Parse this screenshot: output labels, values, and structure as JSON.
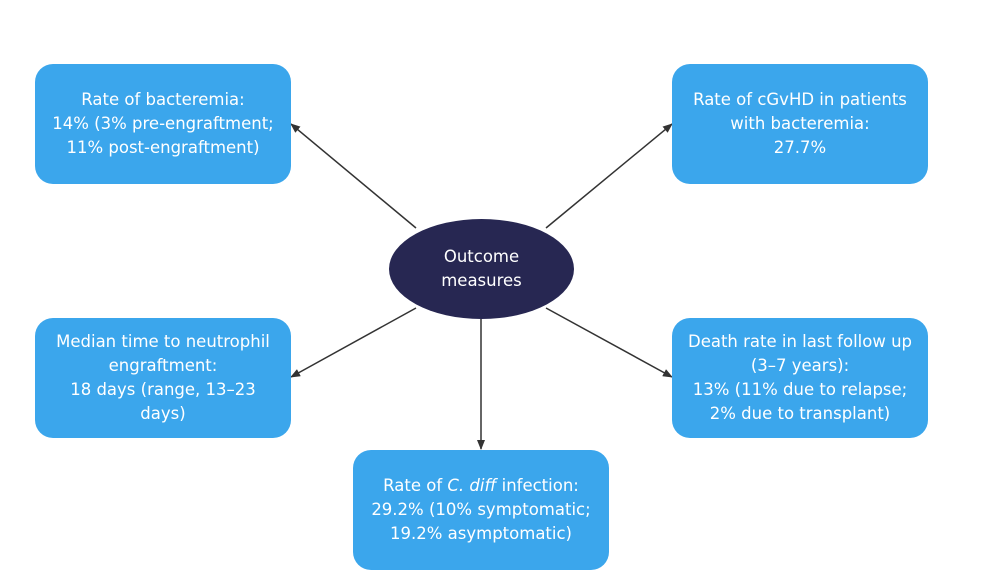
{
  "center": {
    "line1": "Outcome",
    "line2": "measures"
  },
  "nodes": {
    "bacteremia": {
      "lines": [
        "Rate of bacteremia:",
        "14% (3% pre-engraftment;",
        "11% post-engraftment)"
      ]
    },
    "cgvhd": {
      "lines": [
        "Rate of cGvHD in patients",
        "with bacteremia:",
        "27.7%"
      ]
    },
    "neutrophil": {
      "lines": [
        "Median time to neutrophil",
        "engraftment:",
        "18 days (range, 13–23",
        "days)"
      ]
    },
    "death": {
      "lines": [
        "Death rate in last follow up",
        "(3–7 years):",
        "13% (11% due to relapse;",
        "2% due to transplant)"
      ]
    },
    "cdiff": {
      "prefix": "Rate of ",
      "italic": "C. diff",
      "suffix": " infection:",
      "lines": [
        "29.2% (10% symptomatic;",
        "19.2% asymptomatic)"
      ]
    }
  },
  "colors": {
    "box": "#3ba6ec",
    "hub": "#272752",
    "arrow": "#333333"
  }
}
